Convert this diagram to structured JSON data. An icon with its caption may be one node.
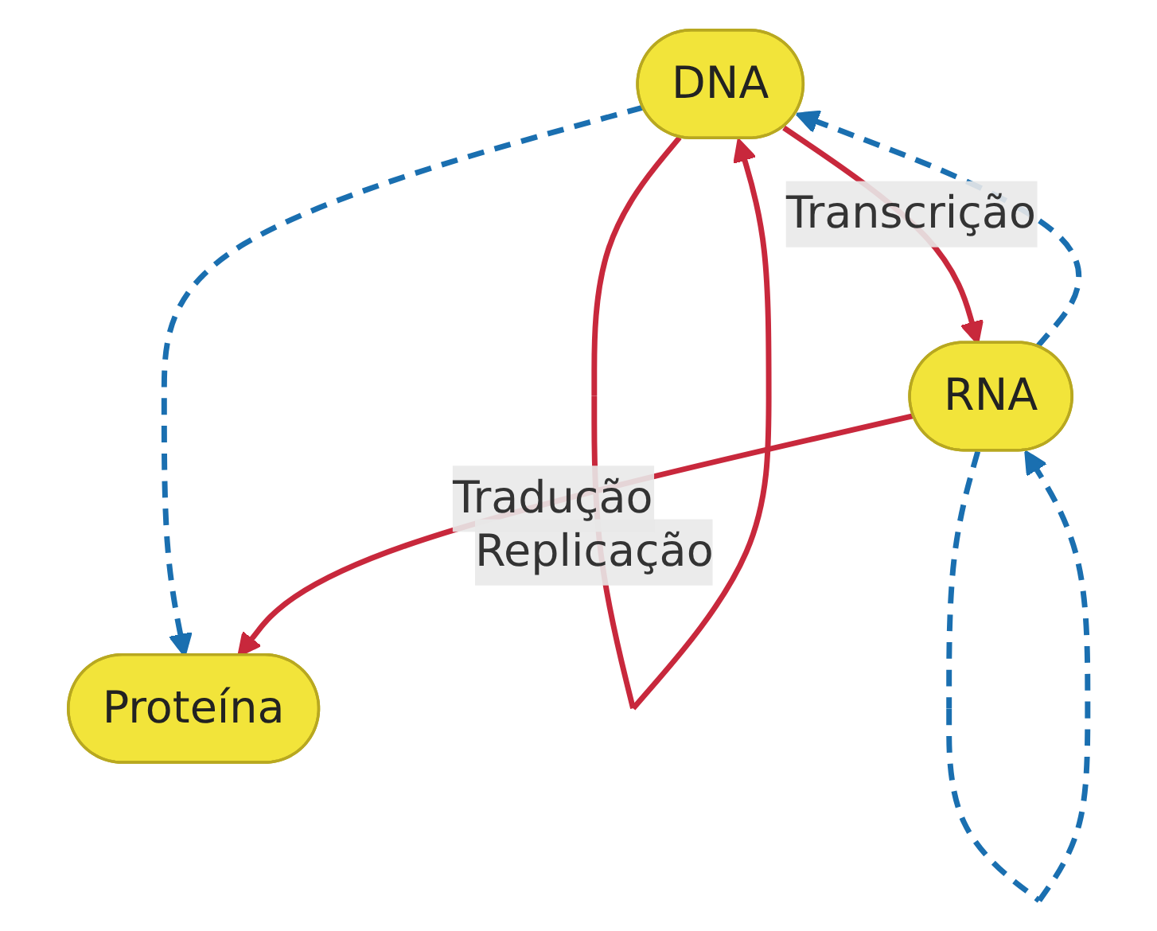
{
  "diagram": {
    "nodes": [
      {
        "text": [
          "DNA"
        ]
      },
      {
        "text": [
          "RNA"
        ]
      },
      {
        "text": [
          "Proteína"
        ]
      }
    ],
    "edges": [
      {
        "from": 0,
        "to": 0,
        "arrow": "to",
        "label": "Replicação",
        "color": "#c8283c"
      },
      {
        "from": 0,
        "to": 1,
        "arrow": "to",
        "label": "Transcrição",
        "color": "#c8283c"
      },
      {
        "from": 1,
        "to": 0,
        "arrow": "to",
        "style": "dashed",
        "color": "#1a6fb0"
      },
      {
        "from": 0,
        "to": 2,
        "arrow": "to",
        "style": "dashed",
        "color": "#1a6fb0"
      },
      {
        "from": 1,
        "to": 1,
        "arrow": "to",
        "style": "dashed",
        "color": "#1a6fb0"
      },
      {
        "from": 1,
        "to": 2,
        "arrow": "to",
        "label": "Tradução",
        "color": "#c8283c"
      }
    ]
  }
}
